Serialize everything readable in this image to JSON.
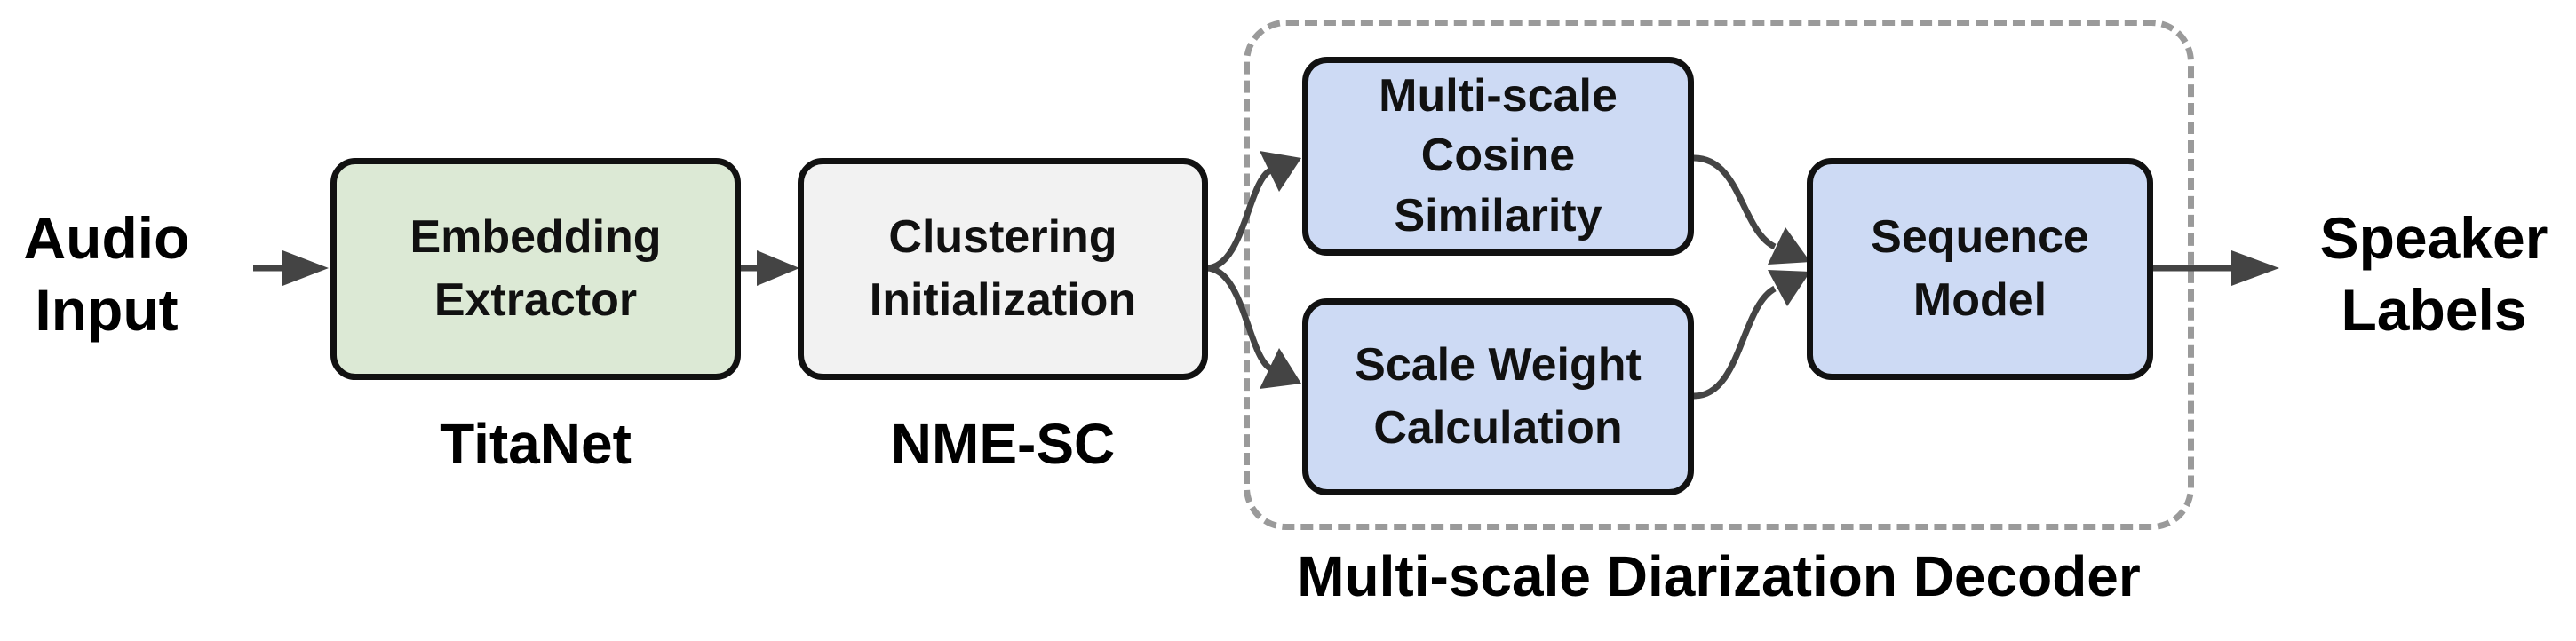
{
  "input": "Audio\nInput",
  "output": "Speaker\nLabels",
  "blocks": {
    "embedding": "Embedding\nExtractor",
    "clustering": "Clustering\nInitialization",
    "cosine": "Multi-scale\nCosine\nSimilarity",
    "scale_weight": "Scale Weight\nCalculation",
    "sequence": "Sequence\nModel"
  },
  "captions": {
    "embedding": "TitaNet",
    "clustering": "NME-SC",
    "decoder": "Multi-scale Diarization Decoder"
  },
  "colors": {
    "embedding": "#dce9d5",
    "clustering": "#f2f2f2",
    "decoder_blocks": "#cddaf4",
    "border": "#111111",
    "dashed": "#9a9a9a",
    "arrow": "#444444"
  }
}
